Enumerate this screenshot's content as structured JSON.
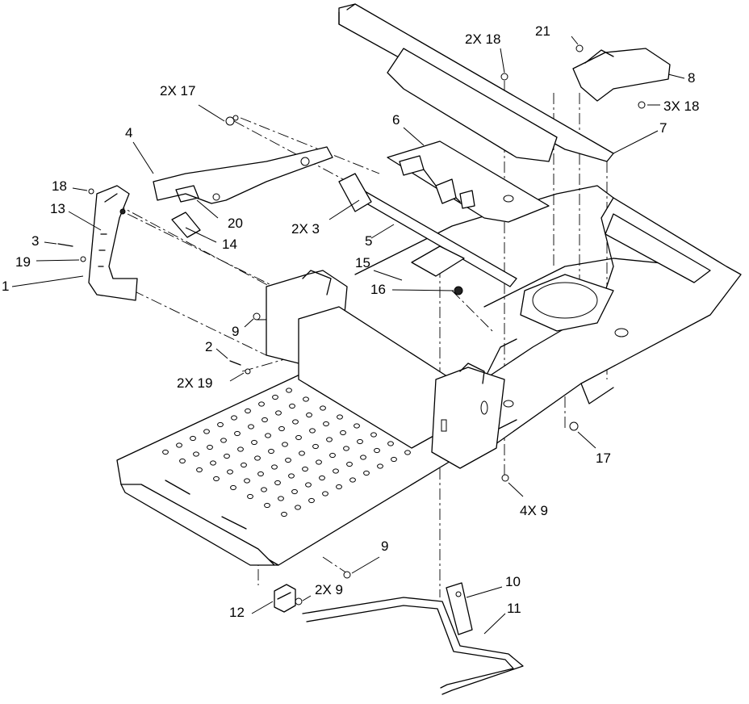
{
  "callouts": [
    {
      "id": "c21",
      "text": "21"
    },
    {
      "id": "c2x18top",
      "text": "2X 18"
    },
    {
      "id": "c8",
      "text": "8"
    },
    {
      "id": "c3x18",
      "text": "3X 18"
    },
    {
      "id": "c2x17",
      "text": "2X 17"
    },
    {
      "id": "c7",
      "text": "7"
    },
    {
      "id": "c6",
      "text": "6"
    },
    {
      "id": "c4",
      "text": "4"
    },
    {
      "id": "c18",
      "text": "18"
    },
    {
      "id": "c13",
      "text": "13"
    },
    {
      "id": "c20",
      "text": "20"
    },
    {
      "id": "c2x3",
      "text": "2X 3"
    },
    {
      "id": "c3",
      "text": "3"
    },
    {
      "id": "c14",
      "text": "14"
    },
    {
      "id": "c5",
      "text": "5"
    },
    {
      "id": "c19",
      "text": "19"
    },
    {
      "id": "c15",
      "text": "15"
    },
    {
      "id": "c1",
      "text": "1"
    },
    {
      "id": "c16",
      "text": "16"
    },
    {
      "id": "c9a",
      "text": "9"
    },
    {
      "id": "c2",
      "text": "2"
    },
    {
      "id": "c2x19",
      "text": "2X 19"
    },
    {
      "id": "c17",
      "text": "17"
    },
    {
      "id": "c4x9",
      "text": "4X 9"
    },
    {
      "id": "c9b",
      "text": "9"
    },
    {
      "id": "c10",
      "text": "10"
    },
    {
      "id": "c2x9",
      "text": "2X 9"
    },
    {
      "id": "c11",
      "text": "11"
    },
    {
      "id": "c12",
      "text": "12"
    }
  ]
}
